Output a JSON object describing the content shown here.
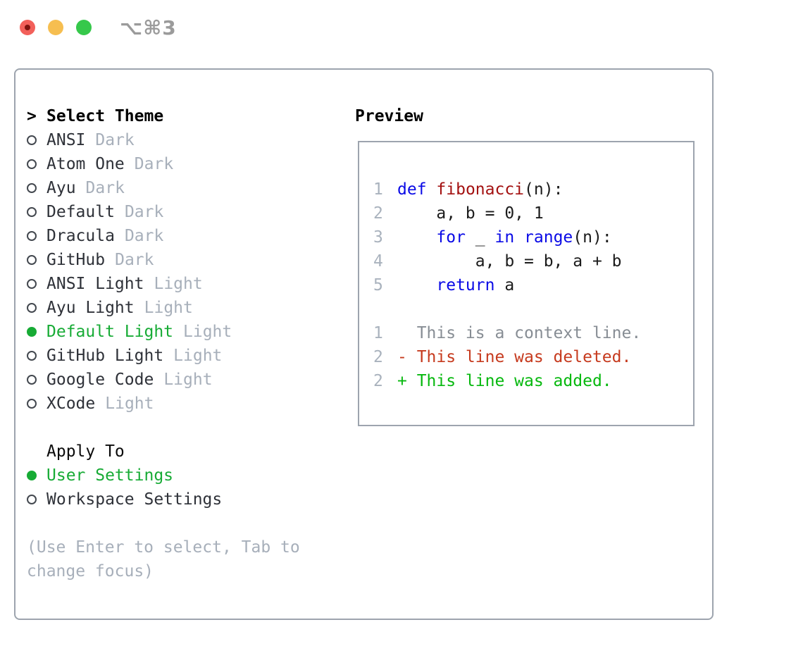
{
  "window": {
    "title": "⌥⌘3"
  },
  "traffic_lights": {
    "close_color": "#F2605A",
    "close_dot_color": "#7E130E",
    "minimize_color": "#F6BE50",
    "zoom_color": "#36C84B"
  },
  "colors": {
    "panel_border": "#9DA4AE",
    "selection_green": "#17AB35",
    "item_text": "#2E3138",
    "tag_gray": "#A7AFBA",
    "line_number_gray": "#A9B2BD",
    "keyword_blue": "#0A0AE6",
    "function_red": "#A31111",
    "context_gray": "#878D94",
    "deleted_red": "#C63A1E",
    "added_green": "#06B80E"
  },
  "theme_list": {
    "header_marker": ">",
    "header": "Select Theme",
    "items": [
      {
        "name": "ANSI",
        "tag": "Dark",
        "selected": false
      },
      {
        "name": "Atom One",
        "tag": "Dark",
        "selected": false
      },
      {
        "name": "Ayu",
        "tag": "Dark",
        "selected": false
      },
      {
        "name": "Default",
        "tag": "Dark",
        "selected": false
      },
      {
        "name": "Dracula",
        "tag": "Dark",
        "selected": false
      },
      {
        "name": "GitHub",
        "tag": "Dark",
        "selected": false
      },
      {
        "name": "ANSI Light",
        "tag": "Light",
        "selected": false
      },
      {
        "name": "Ayu Light",
        "tag": "Light",
        "selected": false
      },
      {
        "name": "Default Light",
        "tag": "Light",
        "selected": true
      },
      {
        "name": "GitHub Light",
        "tag": "Light",
        "selected": false
      },
      {
        "name": "Google Code",
        "tag": "Light",
        "selected": false
      },
      {
        "name": "XCode",
        "tag": "Light",
        "selected": false
      }
    ]
  },
  "apply_to": {
    "header": "Apply To",
    "items": [
      {
        "name": "User Settings",
        "selected": true
      },
      {
        "name": "Workspace Settings",
        "selected": false
      }
    ]
  },
  "help": {
    "line1": "(Use Enter to select, Tab to",
    "line2": "change focus)"
  },
  "preview": {
    "title": "Preview",
    "code_lines": [
      {
        "num": "1",
        "tokens": [
          {
            "t": "def",
            "c": "kw"
          },
          {
            "t": " ",
            "c": "pl"
          },
          {
            "t": "fibonacci",
            "c": "fn"
          },
          {
            "t": "(n):",
            "c": "pl"
          }
        ]
      },
      {
        "num": "2",
        "tokens": [
          {
            "t": "    a, b = 0, 1",
            "c": "pl"
          }
        ]
      },
      {
        "num": "3",
        "tokens": [
          {
            "t": "    ",
            "c": "pl"
          },
          {
            "t": "for",
            "c": "kw"
          },
          {
            "t": " _ ",
            "c": "pl"
          },
          {
            "t": "in",
            "c": "kw"
          },
          {
            "t": " ",
            "c": "pl"
          },
          {
            "t": "range",
            "c": "kw"
          },
          {
            "t": "(n):",
            "c": "pl"
          }
        ]
      },
      {
        "num": "4",
        "tokens": [
          {
            "t": "        a, b = b, a + b",
            "c": "pl"
          }
        ]
      },
      {
        "num": "5",
        "tokens": [
          {
            "t": "    ",
            "c": "pl"
          },
          {
            "t": "return",
            "c": "kw"
          },
          {
            "t": " a",
            "c": "pl"
          }
        ]
      }
    ],
    "diff_lines": [
      {
        "num": "1",
        "text": "  This is a context line.",
        "c": "ctx"
      },
      {
        "num": "2",
        "text": "- This line was deleted.",
        "c": "del"
      },
      {
        "num": "2",
        "text": "+ This line was added.",
        "c": "add"
      }
    ]
  }
}
